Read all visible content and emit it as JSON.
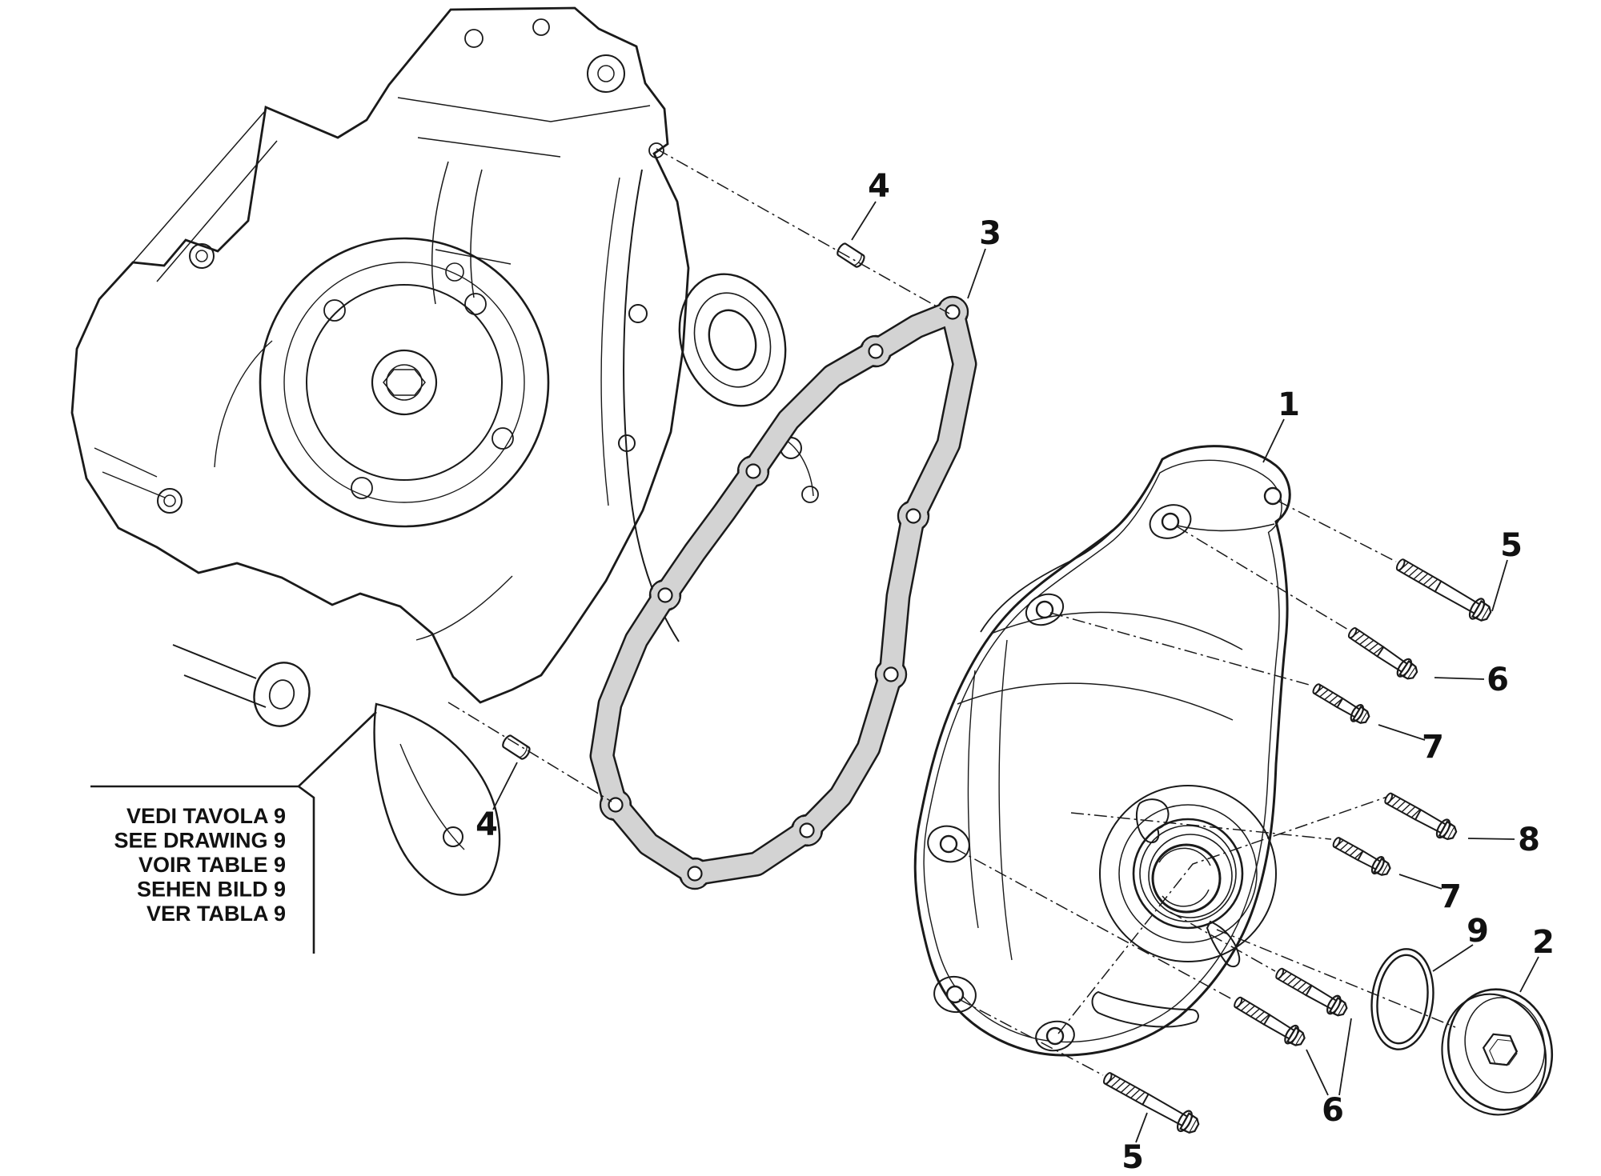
{
  "figure": {
    "kind": "exploded-parts-diagram",
    "colors": {
      "line": "#1a1a1a",
      "gasket_fill": "#d3d3d3",
      "background": "#ffffff"
    }
  },
  "note_box": {
    "lines": [
      "VEDI TAVOLA 9",
      "SEE DRAWING 9",
      "VOIR TABLE 9",
      "SEHEN BILD 9",
      "VER TABLA 9"
    ]
  },
  "callouts": [
    {
      "label": "1"
    },
    {
      "label": "2"
    },
    {
      "label": "3"
    },
    {
      "label": "4"
    },
    {
      "label": "4"
    },
    {
      "label": "5"
    },
    {
      "label": "5"
    },
    {
      "label": "6"
    },
    {
      "label": "6"
    },
    {
      "label": "7"
    },
    {
      "label": "7"
    },
    {
      "label": "8"
    },
    {
      "label": "9"
    }
  ]
}
